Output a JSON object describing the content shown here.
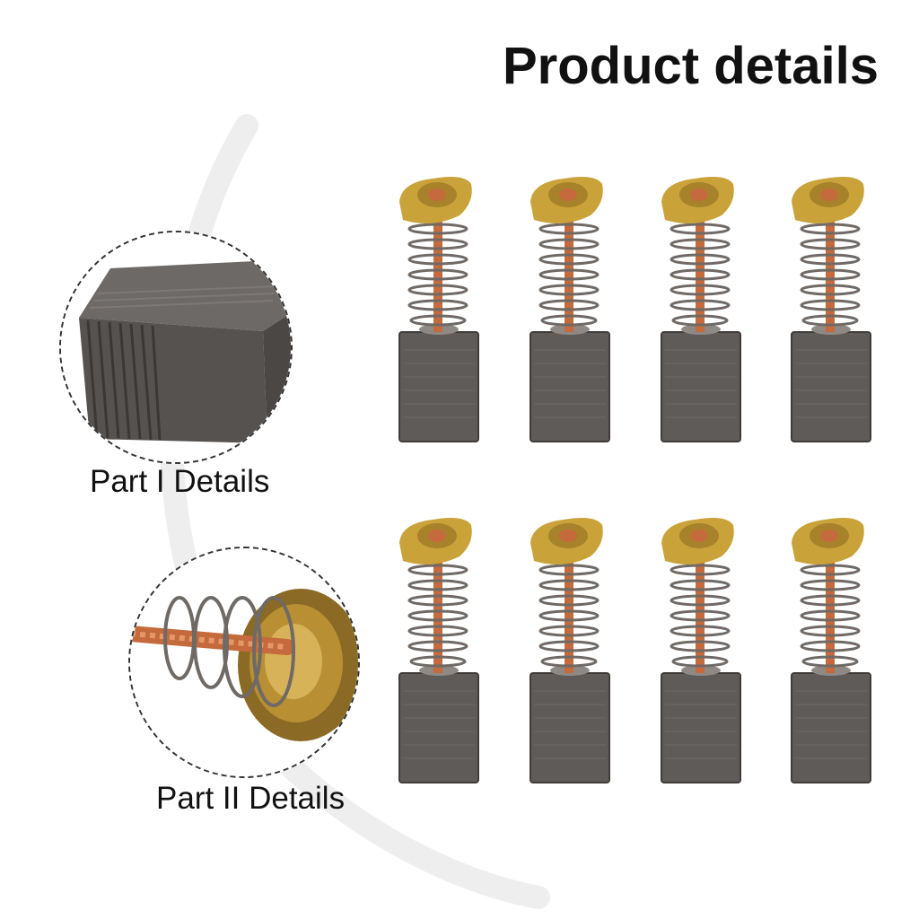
{
  "title": "Product details",
  "details": [
    {
      "label": "Part I Details"
    },
    {
      "label": "Part II Details"
    }
  ],
  "colors": {
    "carbon": "#5e5b58",
    "carbon_dark": "#3f3c3a",
    "brass": "#c9a23a",
    "copper": "#c46a3c",
    "spring": "#6f6a66"
  },
  "brush_count": 8
}
